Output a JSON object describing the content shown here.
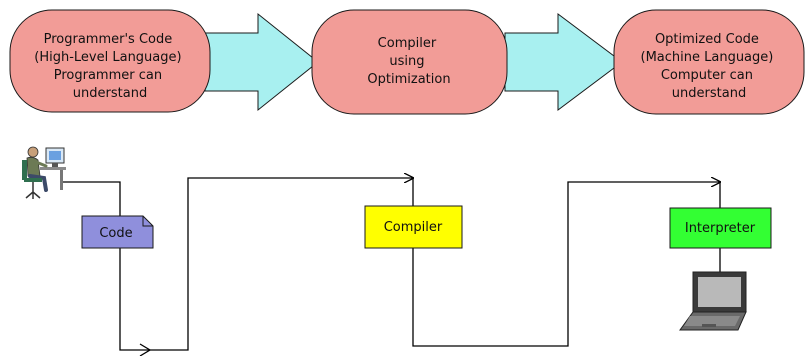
{
  "colors": {
    "stage_fill": "#f29c97",
    "stage_stroke": "#1a1a1a",
    "arrow_fill": "#a8f0f0",
    "code_box_fill": "#8f8fdc",
    "compiler_box_fill": "#ffff00",
    "interpreter_box_fill": "#33ff33",
    "line_color": "#000000"
  },
  "stages": [
    {
      "lines": [
        "Programmer's Code",
        "(High-Level Language)",
        "Programmer can",
        "understand"
      ]
    },
    {
      "lines": [
        "Compiler",
        "using",
        "Optimization"
      ]
    },
    {
      "lines": [
        "Optimized Code",
        "(Machine Language)",
        "Computer can",
        "understand"
      ]
    }
  ],
  "boxes": {
    "code": "Code",
    "compiler": "Compiler",
    "interpreter": "Interpreter"
  },
  "icons": {
    "programmer": "programmer-at-computer-icon",
    "laptop": "laptop-icon"
  }
}
